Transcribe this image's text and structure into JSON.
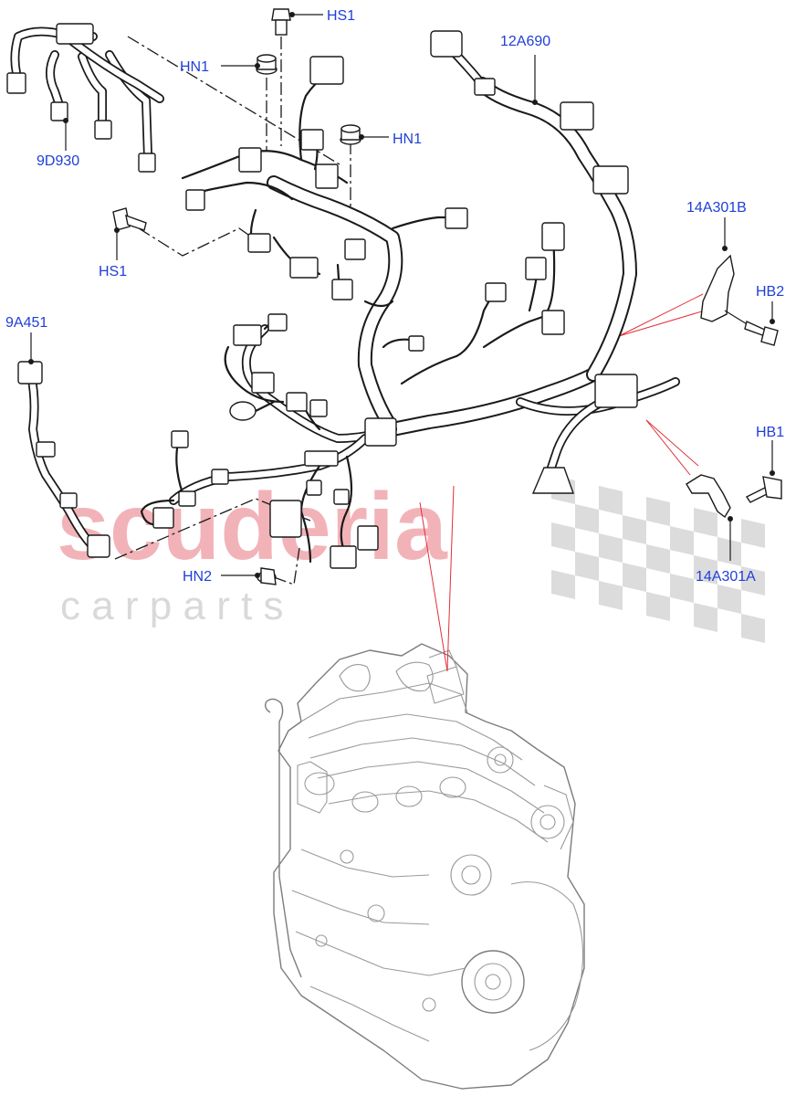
{
  "labels": {
    "hs1_top": "HS1",
    "hn1_top": "HN1",
    "l_12a690": "12A690",
    "l_9d930": "9D930",
    "hn1_mid": "HN1",
    "hs1_left": "HS1",
    "l_14a301b": "14A301B",
    "hb2": "HB2",
    "l_9a451": "9A451",
    "hb1": "HB1",
    "hn2": "HN2",
    "l_14a301a": "14A301A"
  },
  "watermark": {
    "main": "scuderia",
    "sub": "c a r   p a r t s",
    "main_color": "#f2b3b8",
    "sub_color": "#d9d9d9",
    "checker_color": "#d0d0d0"
  },
  "colors": {
    "label_blue": "#1f3fd8",
    "leader_red": "#e0303a",
    "line_black": "#1a1a1a",
    "engine_gray": "#9a9a9a"
  }
}
